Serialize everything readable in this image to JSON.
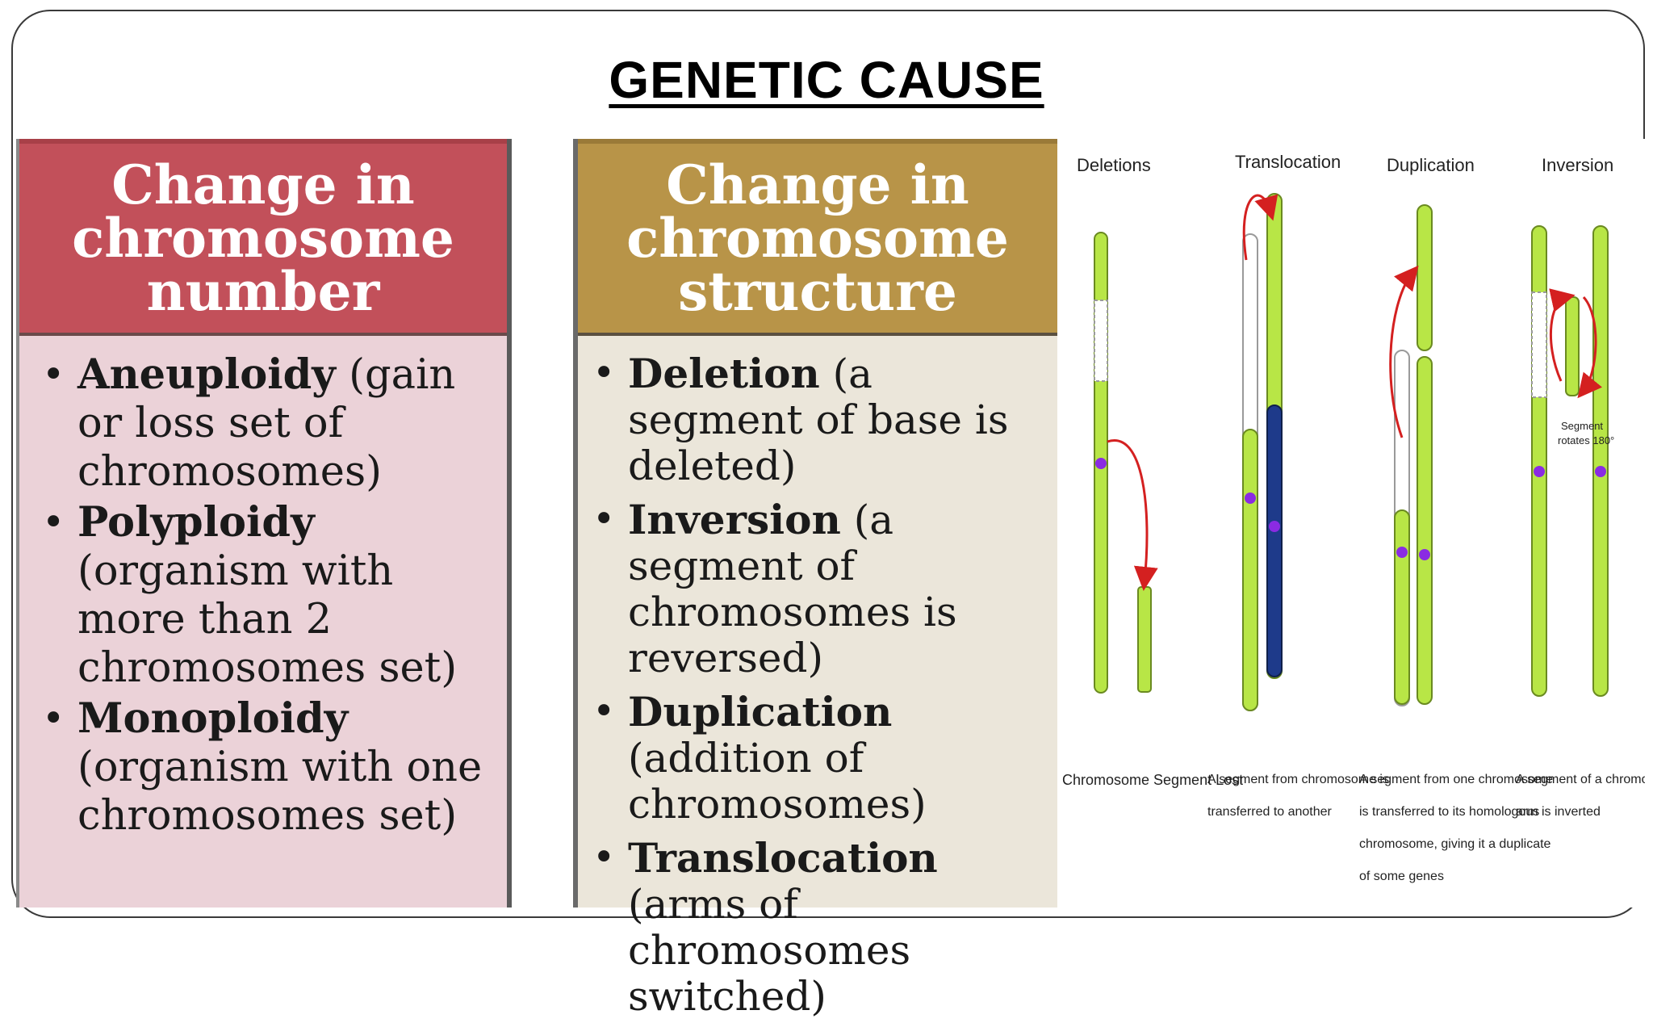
{
  "slide": {
    "title": "GENETIC CAUSE"
  },
  "left_panel": {
    "heading_lines": [
      "Change in",
      "chromosome",
      "number"
    ],
    "items": [
      {
        "term": "Aneuploidy",
        "desc": " (gain or loss set of chromosomes)"
      },
      {
        "term": "Polyploidy",
        "desc": " (organism with more than 2 chromosomes set)"
      },
      {
        "term": "Monoploidy",
        "desc": " (organism with one chromosomes set)"
      }
    ],
    "colors": {
      "header": "#c2505a",
      "body": "#ebd2d8"
    }
  },
  "mid_panel": {
    "heading_lines": [
      "Change in",
      "chromosome",
      "structure"
    ],
    "items": [
      {
        "term": "Deletion",
        "desc": "  (a segment of base is deleted)"
      },
      {
        "term": "Inversion",
        "desc": " (a segment of chromosomes  is reversed)"
      },
      {
        "term": "Duplication",
        "desc": " (addition of chromosomes)"
      },
      {
        "term": "Translocation",
        "desc": " (arms of chromosomes switched)"
      }
    ],
    "colors": {
      "header": "#b89448",
      "body": "#ebe6da"
    }
  },
  "diagram": {
    "columns": [
      {
        "title": "Deletions",
        "caption_lines": [
          "Chromosome Segment Lost"
        ]
      },
      {
        "title": "Translocation",
        "caption_lines": [
          "A segment from chromosome is",
          "transferred to another"
        ]
      },
      {
        "title": "Duplication",
        "caption_lines": [
          "A segment from one chromosome",
          "is transferred to its homologous",
          "chromosome, giving it a duplicate",
          "of some genes"
        ]
      },
      {
        "title": "Inversion",
        "caption_lines": [
          "A segment of a chromosome",
          "arm is inverted"
        ]
      }
    ],
    "inversion_note_lines": [
      "Segment",
      "rotates 180°"
    ],
    "colors": {
      "chromosome": "#b8e646",
      "centromere": "#8a2be2",
      "arrow": "#d42020",
      "foreign": "#1e3a8a"
    }
  }
}
